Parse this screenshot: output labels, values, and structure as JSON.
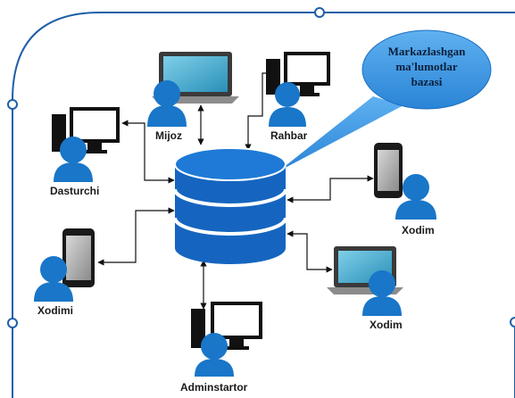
{
  "callout": {
    "lines": [
      "Markazlashgan",
      "ma'lumotlar",
      "bazasi"
    ]
  },
  "nodes": {
    "mijoz": "Mijoz",
    "rahbar": "Rahbar",
    "dasturchi": "Dasturchi",
    "xodim_phone": "Xodim",
    "xodimi": "Xodimi",
    "xodim_laptop": "Xodim",
    "adminstartor": "Adminstartor"
  },
  "colors": {
    "frame": "#1f5fa8",
    "person": "#1976c8",
    "database": "#1565c0",
    "callout": "#2f8ee0",
    "screen": "#3fa0c8"
  }
}
